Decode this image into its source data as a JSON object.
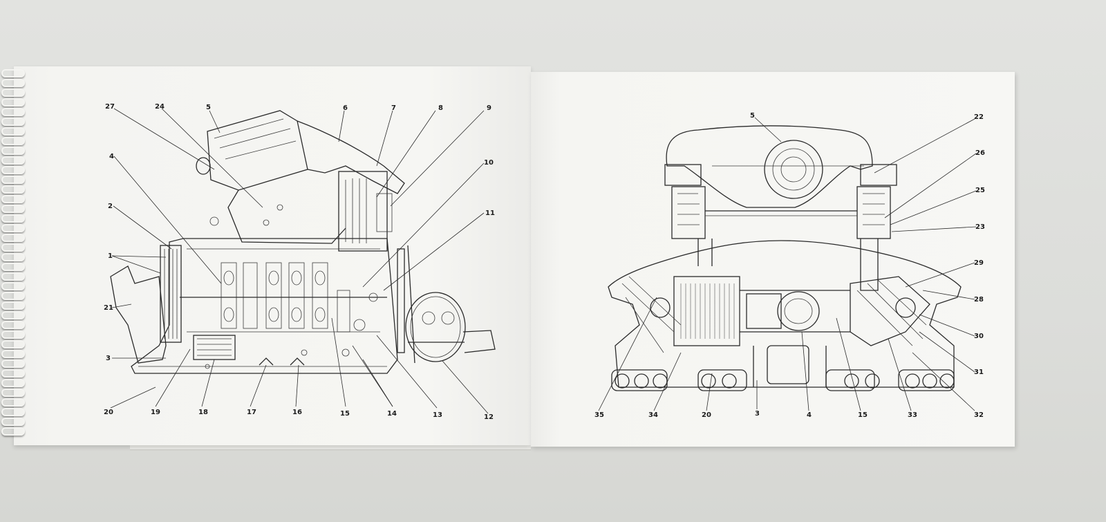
{
  "left_page": {
    "callouts": [
      "27",
      "24",
      "5",
      "6",
      "7",
      "8",
      "9",
      "4",
      "10",
      "2",
      "11",
      "1",
      "21",
      "3",
      "20",
      "19",
      "18",
      "17",
      "16",
      "15",
      "14",
      "13",
      "12"
    ]
  },
  "right_page": {
    "callouts": [
      "5",
      "22",
      "26",
      "25",
      "23",
      "29",
      "28",
      "30",
      "31",
      "35",
      "34",
      "20",
      "3",
      "4",
      "15",
      "33",
      "32"
    ]
  }
}
